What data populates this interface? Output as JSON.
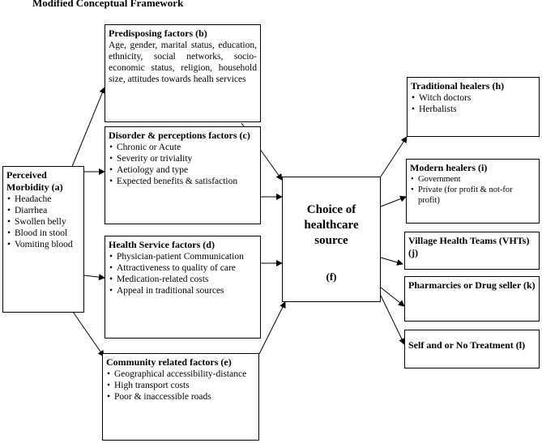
{
  "title": "Modified Conceptual Framework",
  "perceived": {
    "heading": "Perceived Morbidity (a)",
    "items": [
      "Headache",
      "Diarrhea",
      "Swollen belly",
      "Blood in stool",
      "Vomiting blood"
    ]
  },
  "predisposing": {
    "heading": "Predisposing factors (b)",
    "text": "Age, gender, marital status, education, ethnicity, social networks, socio-economic status, religion, household size, attitudes towards healh services"
  },
  "disorder": {
    "heading": "Disorder & perceptions factors (c)",
    "items": [
      "Chronic or Acute",
      "Severity or triviality",
      "Aetiology and type",
      "Expected benefits & satisfaction"
    ]
  },
  "health_service": {
    "heading": "Health Service factors (d)",
    "items": [
      "Physician-patient Communication",
      "Attractiveness to quality of care",
      "Medication-related costs",
      "Appeal in traditional sources"
    ]
  },
  "community": {
    "heading": "Community related factors (e)",
    "items": [
      "Geographical accessibility-distance",
      "High transport costs",
      "Poor & inaccessible roads"
    ]
  },
  "choice": {
    "heading": "Choice of healthcare source",
    "label": "(f)"
  },
  "traditional": {
    "heading": "Traditional healers (h)",
    "items": [
      "Witch doctors",
      "Herbalists"
    ]
  },
  "modern": {
    "heading": "Modern healers (i)",
    "items": [
      "Government",
      "Private (for profit & not-for profit)"
    ]
  },
  "vht": {
    "heading": "Village Health Teams (VHTs) (j)"
  },
  "pharmacies": {
    "heading": "Pharmarcies or Drug seller (k)"
  },
  "self": {
    "heading": "Self and or No Treatment (l)"
  }
}
